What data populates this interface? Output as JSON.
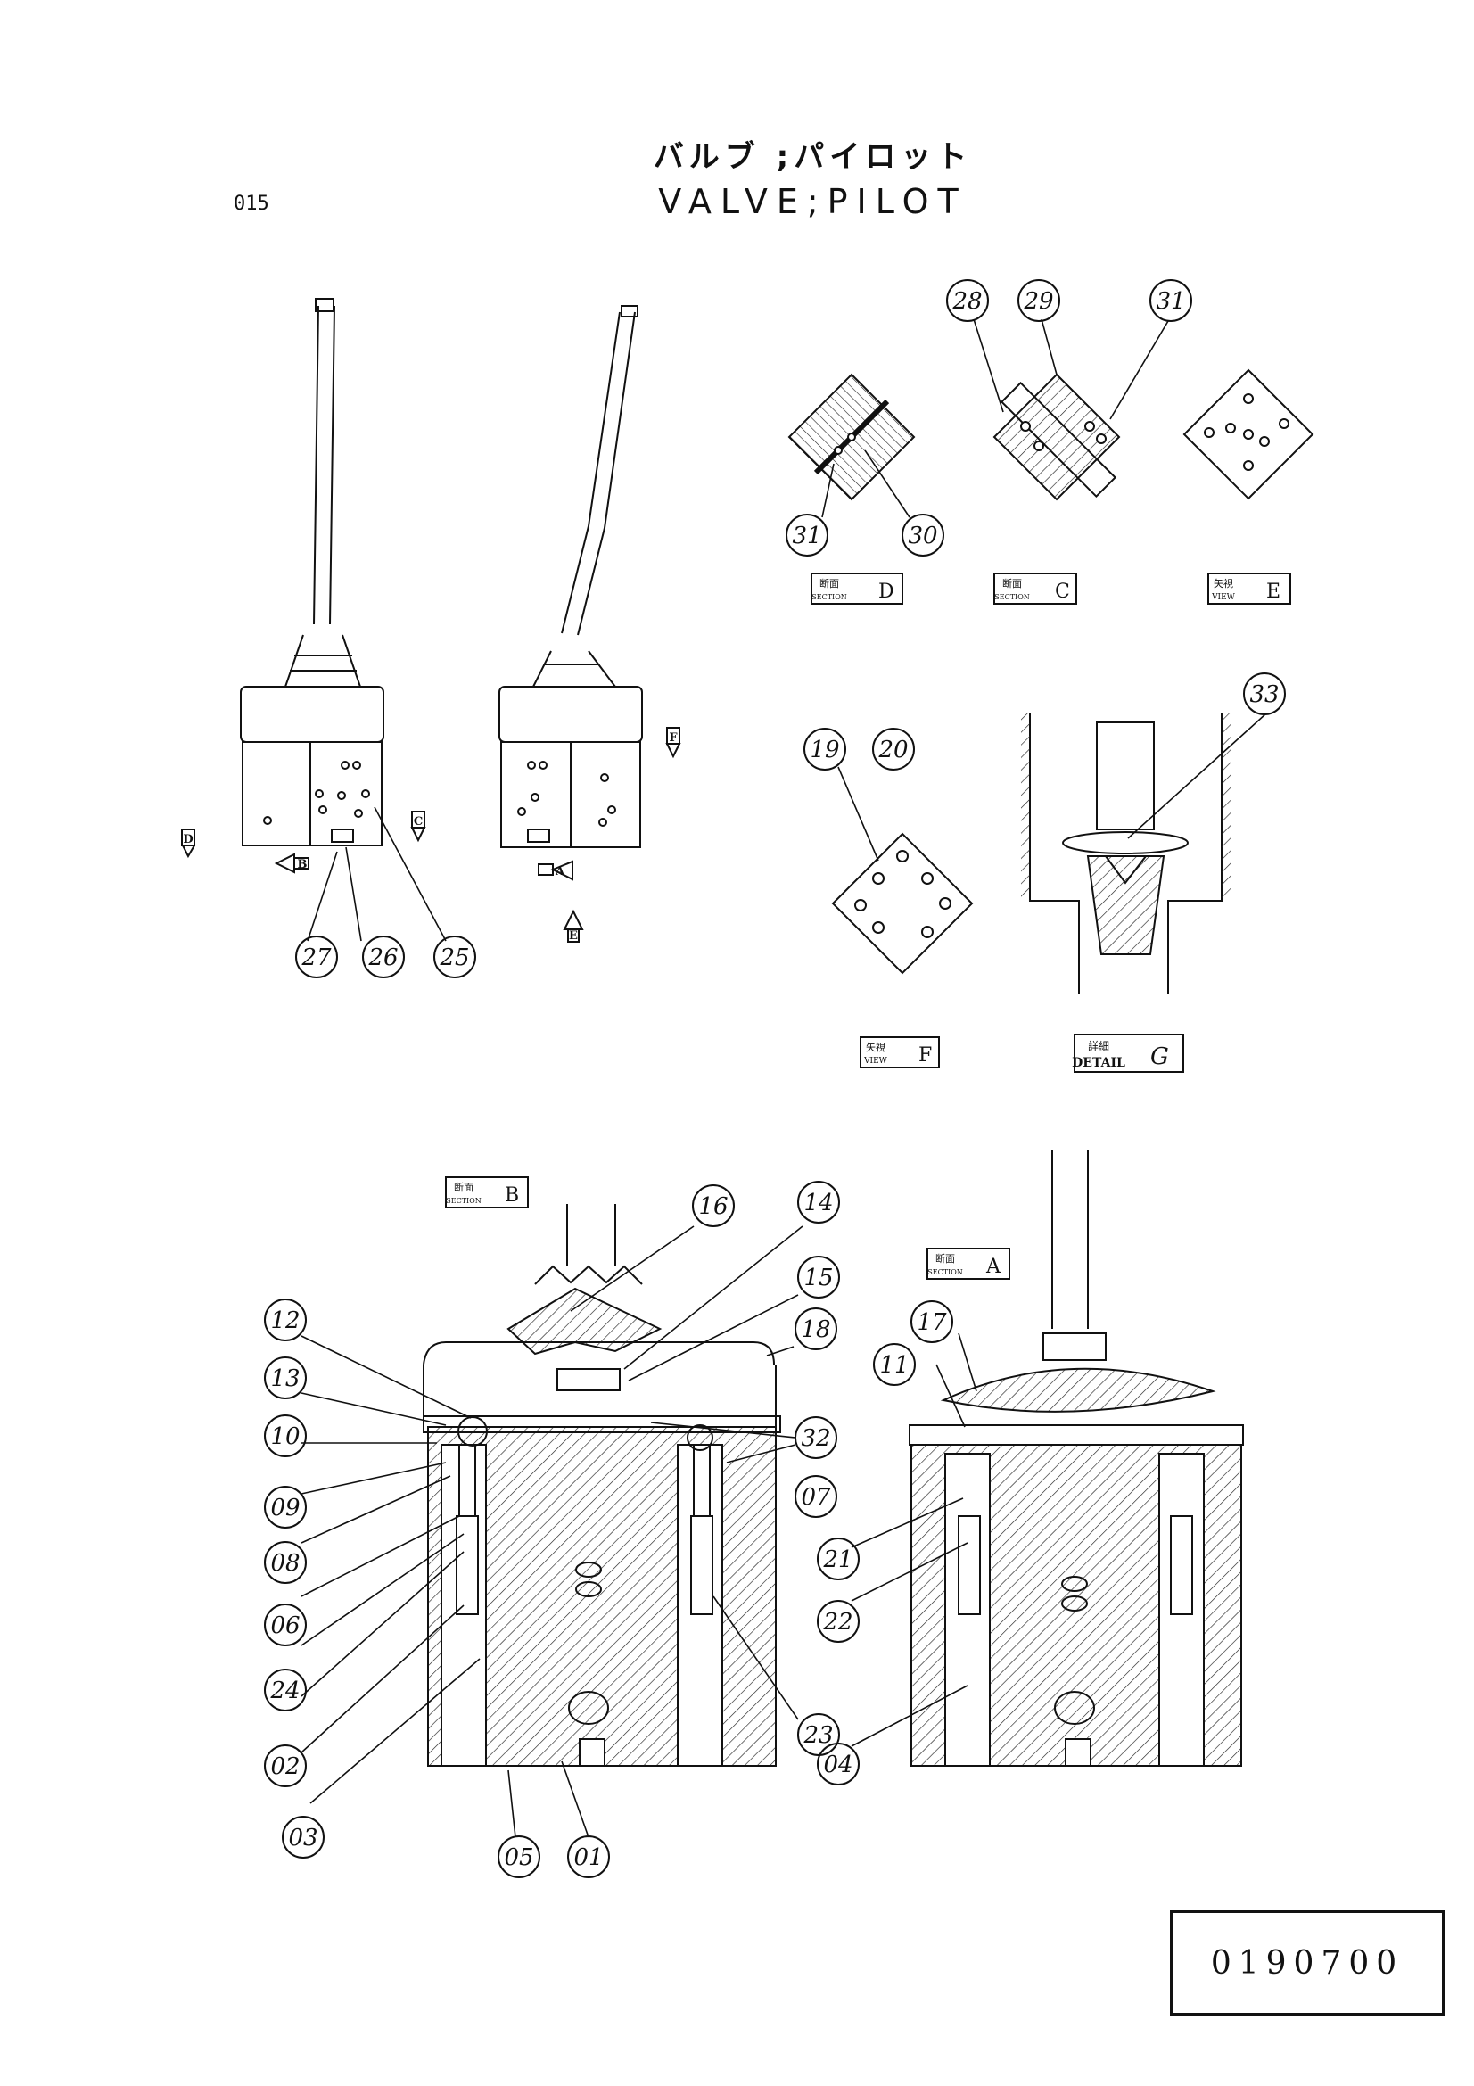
{
  "header": {
    "code": "015",
    "title_jp": "バルブ ;パイロット",
    "title_en": "VALVE;PILOT"
  },
  "drawing_number": "0190700",
  "views": {
    "section_d": {
      "jp": "断面",
      "tag": "SECTION",
      "letter": "D"
    },
    "section_c": {
      "jp": "断面",
      "tag": "SECTION",
      "letter": "C"
    },
    "view_e": {
      "jp": "矢視",
      "tag": "VIEW",
      "letter": "E"
    },
    "view_f": {
      "jp": "矢視",
      "tag": "VIEW",
      "letter": "F"
    },
    "detail_g": {
      "jp": "詳細",
      "tag": "DETAIL",
      "letter": "G"
    },
    "section_b": {
      "jp": "断面",
      "tag": "SECTION",
      "letter": "B"
    },
    "section_a": {
      "jp": "断面",
      "tag": "SECTION",
      "letter": "A"
    }
  },
  "arrows": {
    "a": "A",
    "b": "B",
    "c": "C",
    "d": "D",
    "e": "E",
    "f": "F"
  },
  "callouts": [
    "01",
    "02",
    "03",
    "04",
    "05",
    "06",
    "07",
    "08",
    "09",
    "10",
    "11",
    "12",
    "13",
    "14",
    "15",
    "16",
    "17",
    "18",
    "19",
    "20",
    "21",
    "22",
    "23",
    "24",
    "25",
    "26",
    "27",
    "28",
    "29",
    "30",
    "31",
    "32",
    "33"
  ]
}
